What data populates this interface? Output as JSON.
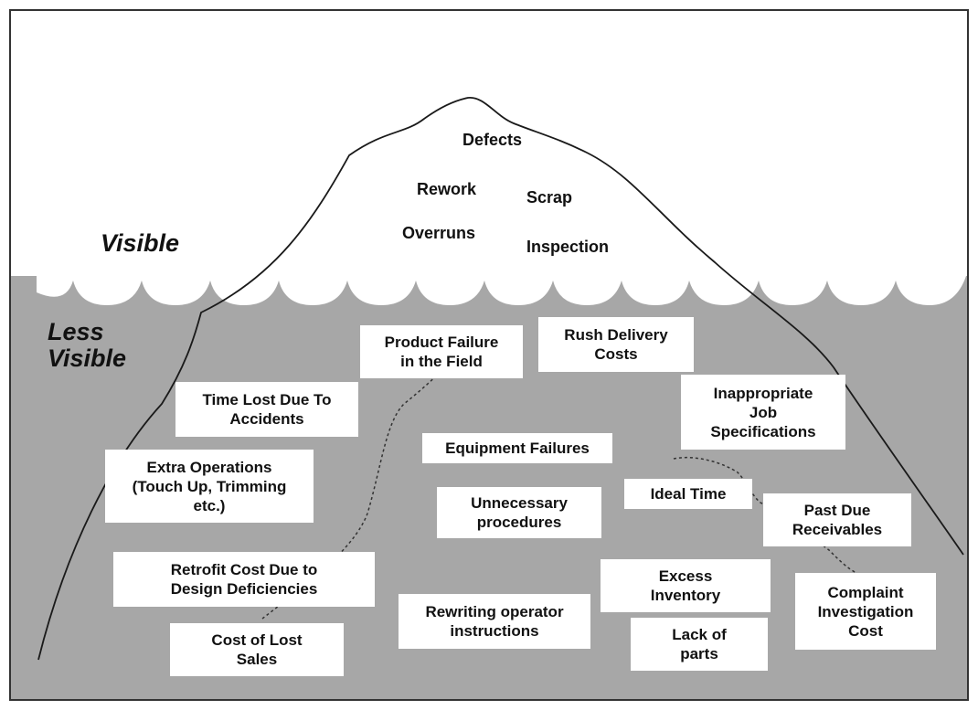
{
  "colors": {
    "water": "#a7a7a7",
    "ice": "#ffffff",
    "outline": "#1a1a1a"
  },
  "zones": {
    "visible": "Visible",
    "less_visible": "Less\nVisible"
  },
  "visible_costs": [
    "Defects",
    "Rework",
    "Scrap",
    "Overruns",
    "Inspection"
  ],
  "hidden_costs": [
    "Product Failure\nin the Field",
    "Rush Delivery\nCosts",
    "Time Lost Due To\nAccidents",
    "Inappropriate\nJob\nSpecifications",
    "Equipment Failures",
    "Extra Operations\n(Touch Up, Trimming\netc.)",
    "Unnecessary\nprocedures",
    "Ideal Time",
    "Past Due\nReceivables",
    "Retrofit Cost Due to\nDesign Deficiencies",
    "Excess\nInventory",
    "Complaint\nInvestigation\nCost",
    "Rewriting operator\ninstructions",
    "Cost of Lost\nSales",
    "Lack of\nparts"
  ]
}
